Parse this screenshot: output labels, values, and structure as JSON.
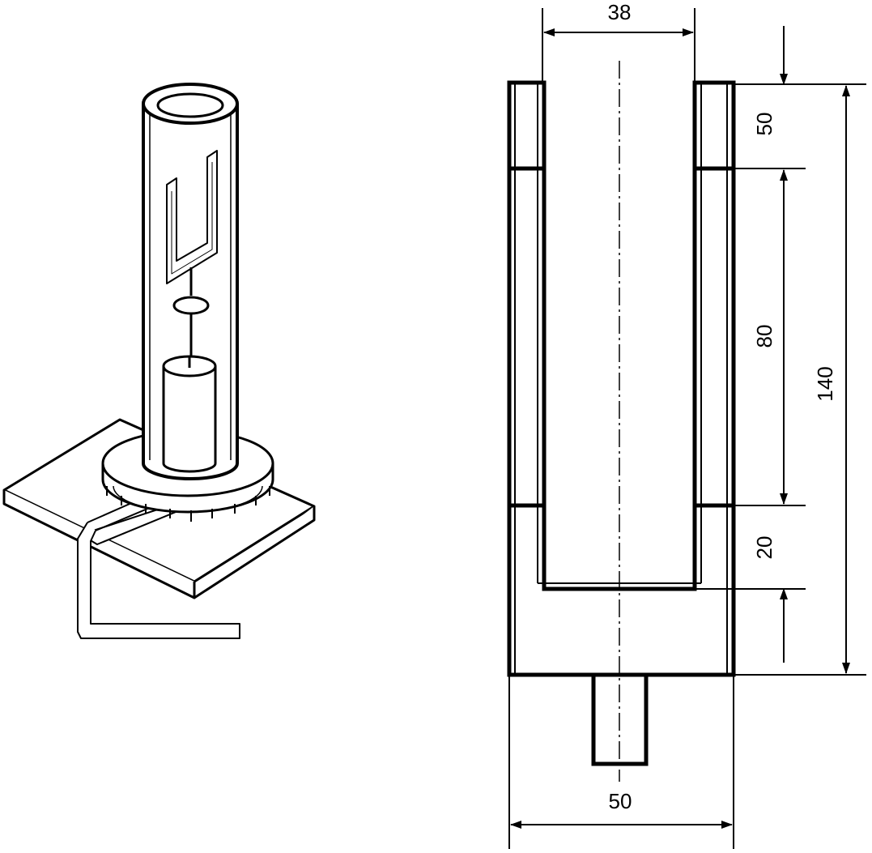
{
  "figure": {
    "line_color": "#000000",
    "background_color": "#ffffff",
    "left_view": "isometric-apparatus",
    "right_view": "section-drawing"
  },
  "dimensions": {
    "inner_width": "38",
    "top_section_height": "50",
    "middle_section_height": "80",
    "total_height": "140",
    "bottom_section_height": "20",
    "outer_width": "50"
  }
}
